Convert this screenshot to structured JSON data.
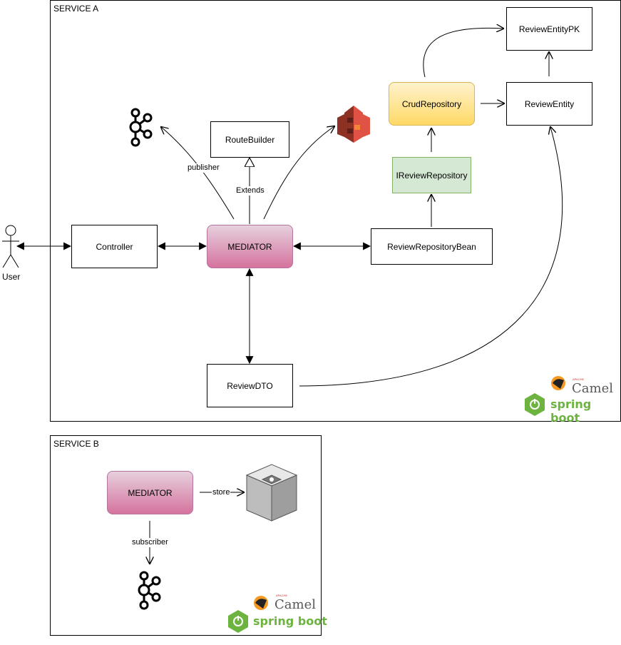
{
  "service_a": {
    "label": "SERVICE A",
    "nodes": {
      "controller": "Controller",
      "mediator": "MEDIATOR",
      "route_builder": "RouteBuilder",
      "review_repository_bean": "ReviewRepositoryBean",
      "ireview_repository": "IReviewRepository",
      "crud_repository": "CrudRepository",
      "review_entity": "ReviewEntity",
      "review_entity_pk": "ReviewEntityPK",
      "review_dto": "ReviewDTO"
    },
    "edges": {
      "publisher": "publisher",
      "extends": "Extends"
    }
  },
  "service_b": {
    "label": "SERVICE B",
    "nodes": {
      "mediator": "MEDIATOR"
    },
    "edges": {
      "store": "store",
      "subscriber": "subscriber"
    }
  },
  "actor": {
    "label": "User"
  },
  "logos": {
    "camel": "Camel",
    "camel_small": "APACHE",
    "spring_boot": "spring boot"
  },
  "colors": {
    "mediator_fill": "#d5739d",
    "crud_fill": "#ffd966",
    "ireview_fill": "#d5e8d4",
    "aws_red": "#d9453b",
    "spring_green": "#6db33f",
    "camel_orange": "#f69923"
  },
  "icons": [
    "user-actor-icon",
    "kafka-icon",
    "aws-s3-icon",
    "storage-box-icon",
    "camel-logo",
    "spring-boot-logo"
  ]
}
